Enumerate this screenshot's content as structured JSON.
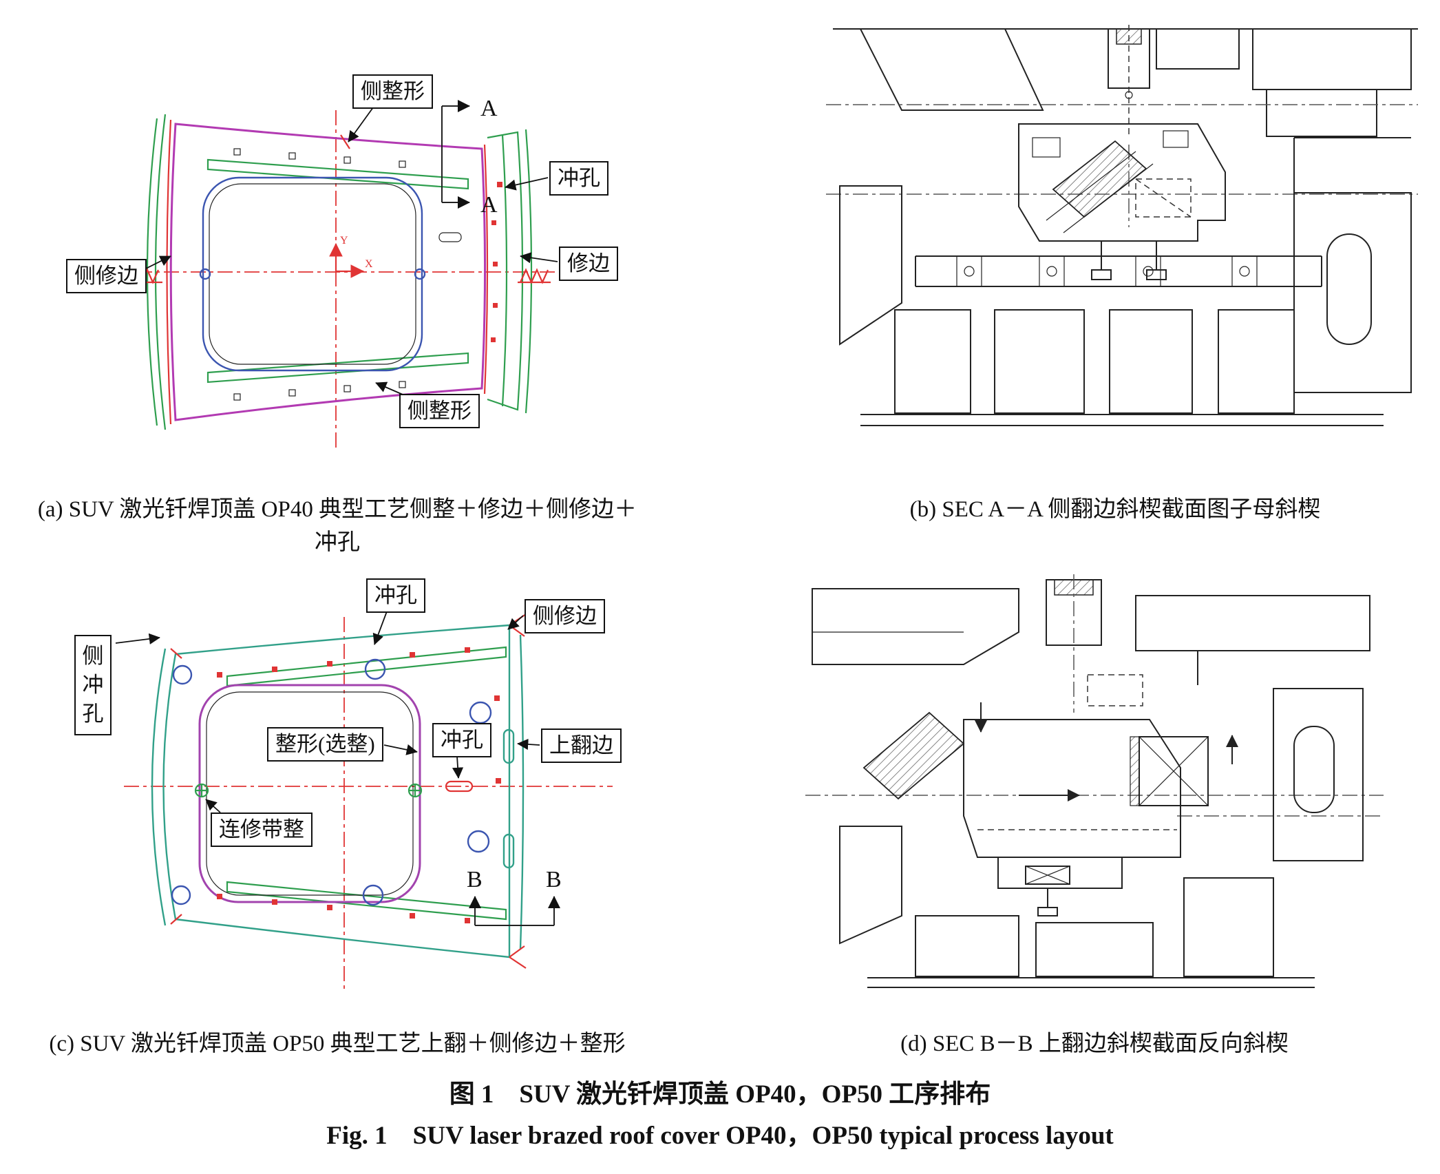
{
  "figure": {
    "caption_cn": "图 1　SUV 激光钎焊顶盖 OP40，OP50 工序排布",
    "caption_en": "Fig. 1　SUV laser brazed roof cover OP40，OP50 typical process layout"
  },
  "panel_a": {
    "caption": "(a) SUV 激光钎焊顶盖 OP40 典型工艺侧整＋修边＋侧修边＋冲孔",
    "labels": {
      "side_reshape_top": "侧整形",
      "punch": "冲孔",
      "trim": "修边",
      "side_trim": "侧修边",
      "side_reshape_bottom": "侧整形",
      "section_top": "A",
      "section_bottom": "A",
      "axis_y": "Y",
      "axis_x": "X"
    }
  },
  "panel_b": {
    "caption": "(b) SEC A－A 侧翻边斜楔截面图子母斜楔"
  },
  "panel_c": {
    "caption": "(c) SUV 激光钎焊顶盖 OP50 典型工艺上翻＋侧修边＋整形",
    "labels": {
      "side_punch": "侧冲孔",
      "punch_top": "冲孔",
      "side_trim": "侧修边",
      "reshape_optional": "整形(选整)",
      "punch_mid": "冲孔",
      "up_flange": "上翻边",
      "trim_with_reshape": "连修带整",
      "section_left": "B",
      "section_right": "B"
    }
  },
  "panel_d": {
    "caption": "(d) SEC B－B 上翻边斜楔截面反向斜楔"
  },
  "colors": {
    "outline_magenta": "#b23ab2",
    "rail_green": "#2e9e4e",
    "roof_teal": "#31a089",
    "sunroof_blue": "#3b55b0",
    "sunroof_purple": "#a243ae",
    "centerline_red": "#e03434",
    "section_line": "#222222"
  }
}
